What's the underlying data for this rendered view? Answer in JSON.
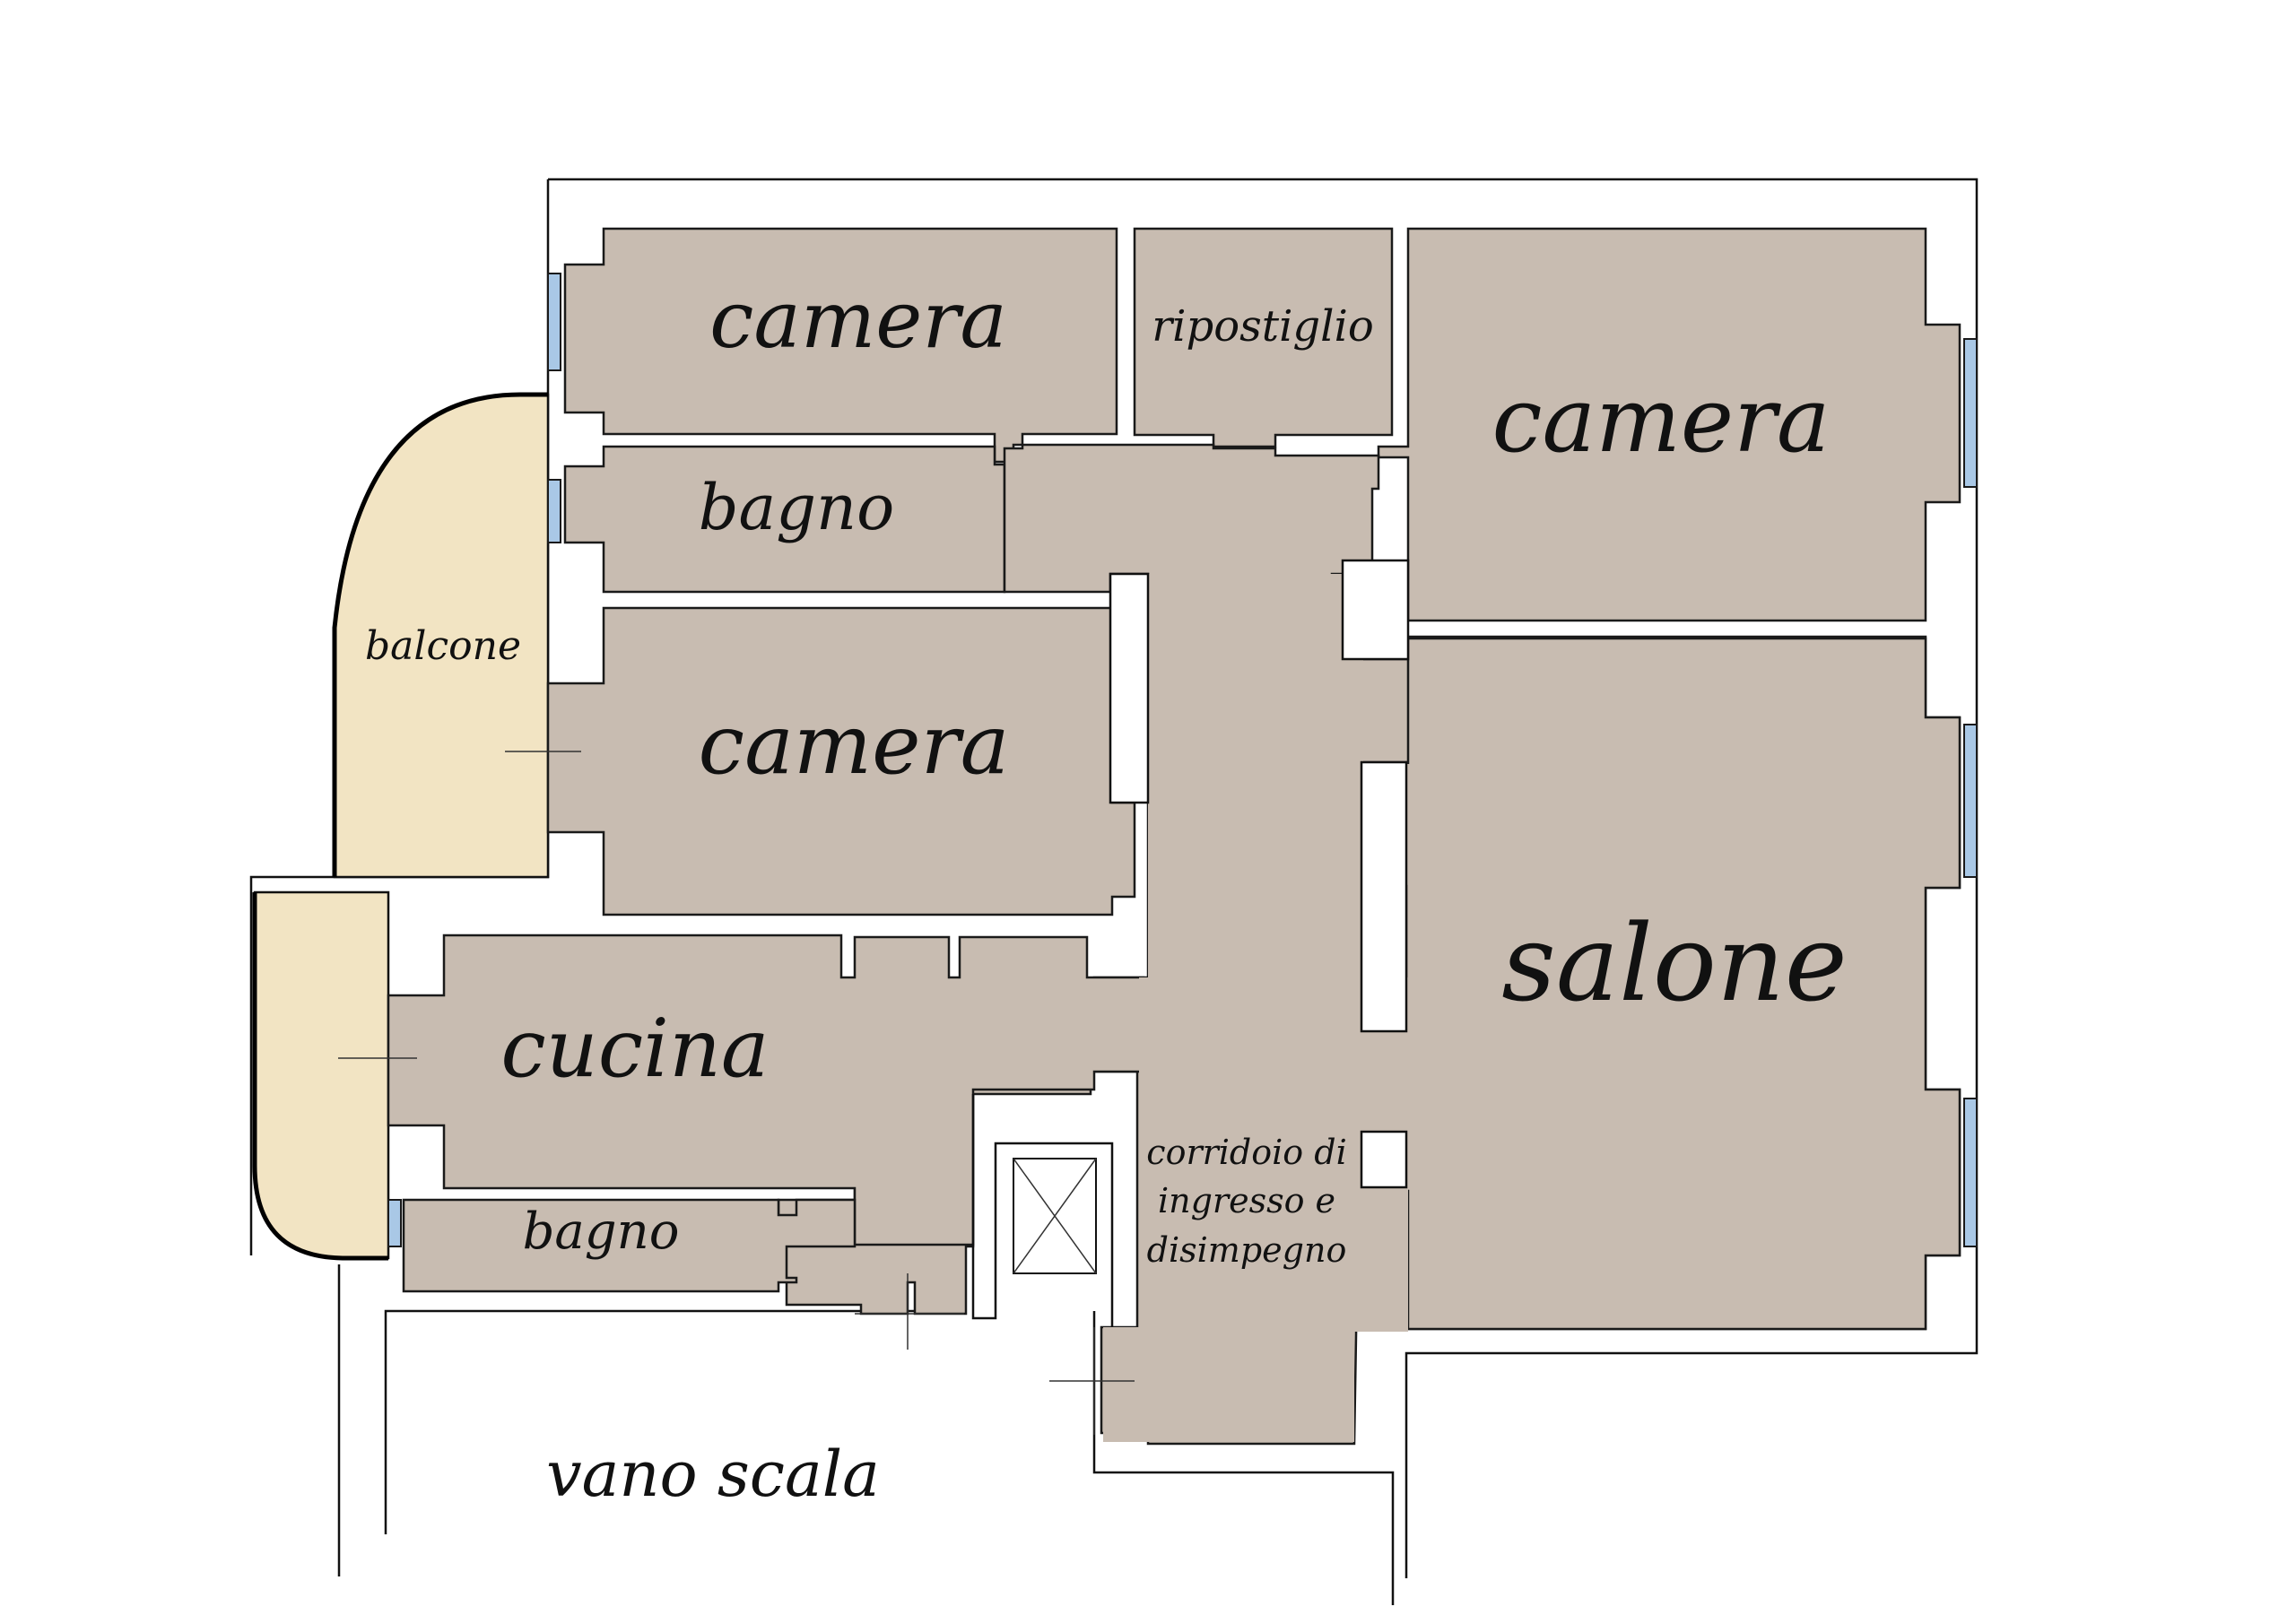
{
  "colors": {
    "room": "#c8bcb1",
    "balcony": "#f2e4c3",
    "window": "#a9c8e6",
    "wall": "#111111",
    "background": "#ffffff"
  },
  "rooms": {
    "camera_top_left": "camera",
    "ripostiglio": "ripostiglio",
    "camera_top_right": "camera",
    "bagno_upper": "bagno",
    "balcone": "balcone",
    "camera_middle": "camera",
    "salone": "salone",
    "cucina": "cucina",
    "bagno_lower": "bagno",
    "corridoio": [
      "corridoio di",
      "ingresso e",
      "disimpegno"
    ],
    "vano_scala": "vano scala"
  },
  "icons": {
    "stair_shaft": "lift-shaft-icon"
  }
}
